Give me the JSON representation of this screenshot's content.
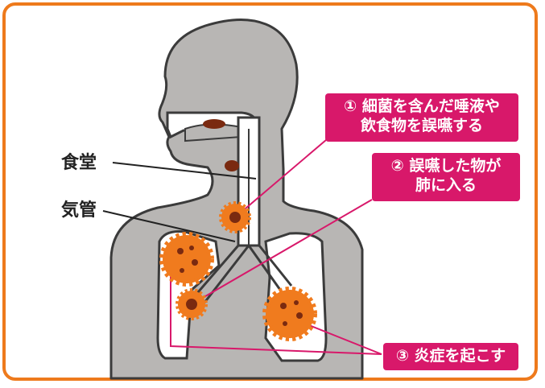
{
  "labels": {
    "esophagus": "食堂",
    "trachea": "気管"
  },
  "callouts": {
    "step1": {
      "line1": "① 細菌を含んだ唾液や",
      "line2": "飲食物を誤嚥する"
    },
    "step2": {
      "line1": "② 誤嚥した物が",
      "line2": "肺に入る"
    },
    "step3": {
      "line1": "③ 炎症を起こす"
    }
  },
  "colors": {
    "border": "#ee7a1c",
    "body": "#b8b6b4",
    "callout": "#d8186a",
    "bacteria": "#f07b1e",
    "bacteria_dot": "#7a2a10"
  }
}
